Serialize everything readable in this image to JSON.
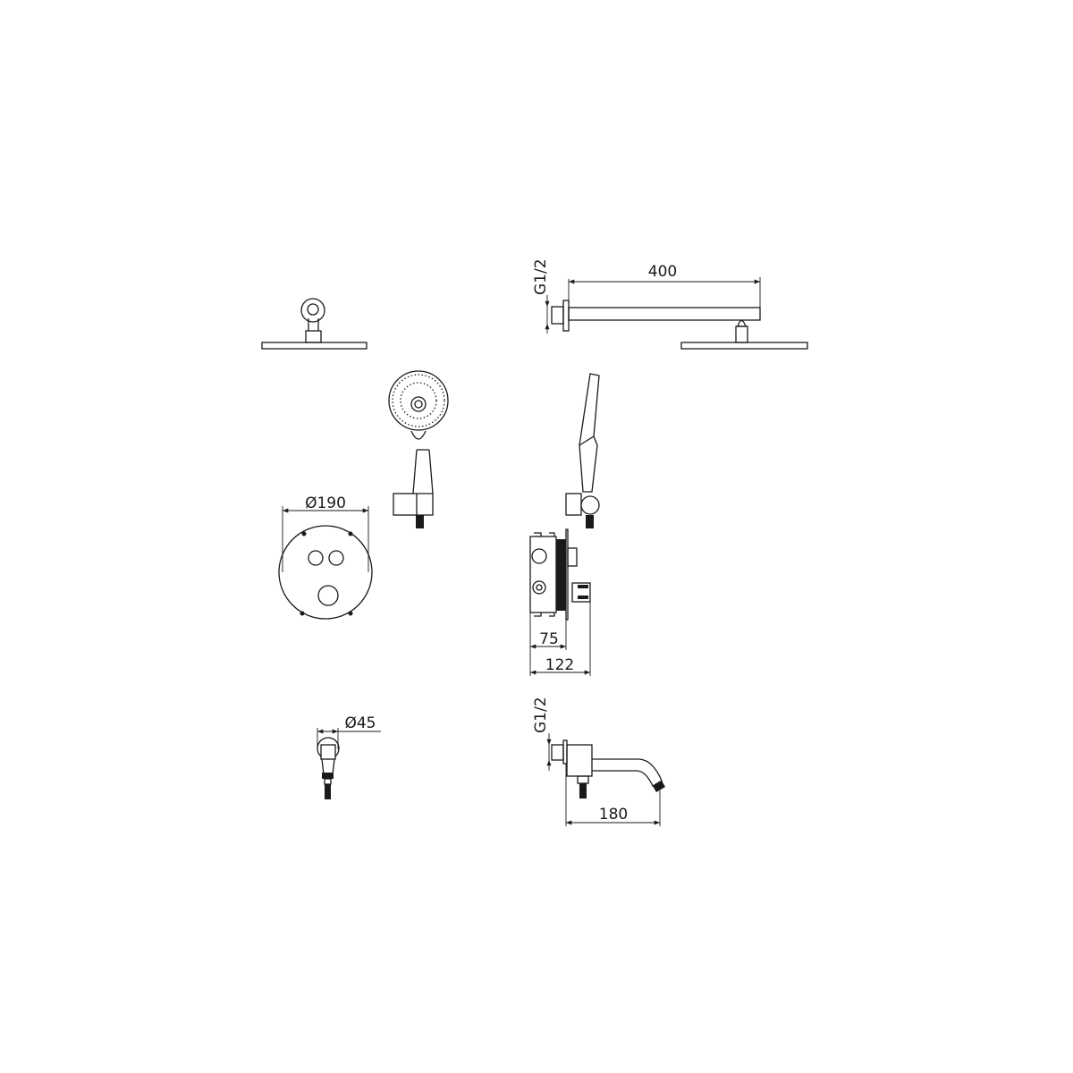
{
  "diagram": {
    "title": "Concealed thermostatic shower set – technical drawing",
    "colors": {
      "line": "#1a1a1a",
      "background": "#ffffff"
    },
    "dimensions": {
      "shower_arm_length": "400",
      "shower_arm_thread": "G1/2",
      "thermostat_plate_diameter": "Ø190",
      "mixer_body_depth": "75",
      "mixer_total_depth": "122",
      "wall_outlet_diameter": "Ø45",
      "spout_thread": "G1/2",
      "spout_length": "180"
    }
  }
}
